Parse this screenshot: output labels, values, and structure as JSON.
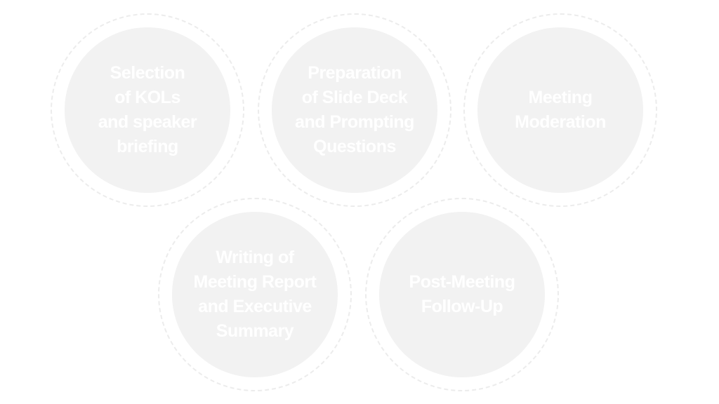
{
  "colors": {
    "disc": "#f2f2f2",
    "ring": "#ececec",
    "text": "#ffffff"
  },
  "steps": [
    {
      "lines": [
        "Selection",
        "of KOLs",
        "and speaker",
        "briefing"
      ]
    },
    {
      "lines": [
        "Preparation",
        "of Slide Deck",
        "and Prompting",
        "Questions"
      ]
    },
    {
      "lines": [
        "Meeting",
        "Moderation"
      ]
    },
    {
      "lines": [
        "Writing of",
        "Meeting Report",
        "and Executive",
        "Summary"
      ]
    },
    {
      "lines": [
        "Post-Meeting",
        "Follow-Up"
      ]
    }
  ]
}
